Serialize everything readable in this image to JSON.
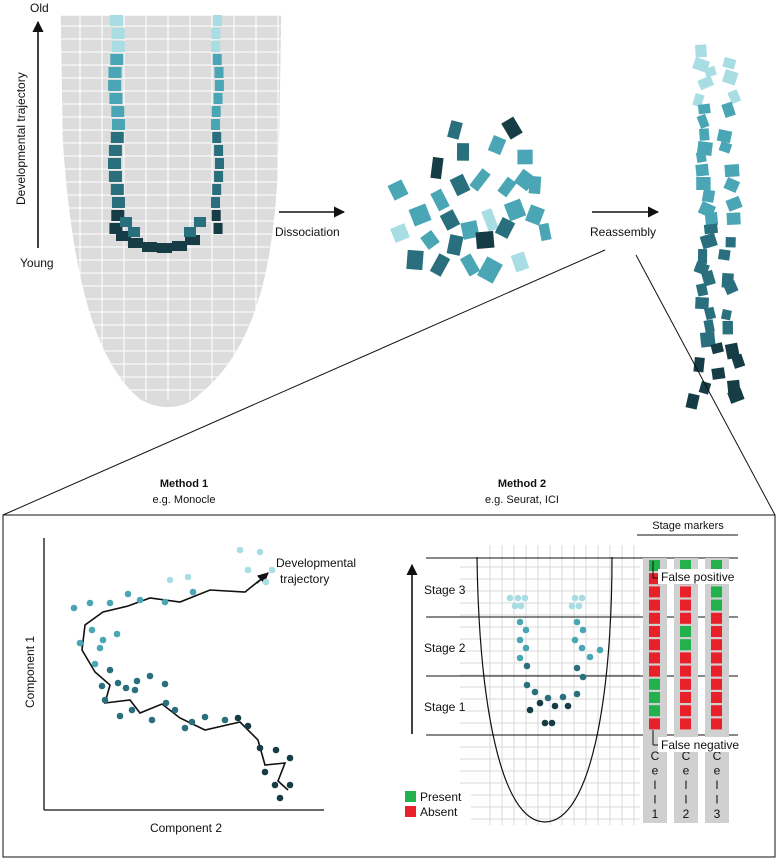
{
  "top": {
    "axis_top": "Old",
    "axis_bottom": "Young",
    "axis_label": "Developmental trajectory",
    "step1": "Dissociation",
    "step2": "Reassembly"
  },
  "method1": {
    "title": "Method 1",
    "subtitle": "e.g. Monocle",
    "xlabel": "Component 2",
    "ylabel": "Component 1",
    "arrow_label_1": "Developmental",
    "arrow_label_2": "trajectory"
  },
  "method2": {
    "title": "Method 2",
    "subtitle": "e.g. Seurat, ICI",
    "stage3": "Stage 3",
    "stage2": "Stage 2",
    "stage1": "Stage 1",
    "stage_markers": "Stage markers",
    "false_positive": "False positive",
    "false_negative": "False negative",
    "cells": [
      {
        "letters": [
          "C",
          "e",
          "l",
          "l",
          "1"
        ]
      },
      {
        "letters": [
          "C",
          "e",
          "l",
          "l",
          "2"
        ]
      },
      {
        "letters": [
          "C",
          "e",
          "l",
          "l",
          "3"
        ]
      }
    ],
    "marker_grid": [
      [
        "P",
        "P",
        "P"
      ],
      [
        "A",
        "A",
        "P"
      ],
      [
        "A",
        "A",
        "P"
      ],
      [
        "A",
        "A",
        "P"
      ],
      [
        "A",
        "A",
        "A"
      ],
      [
        "A",
        "P",
        "A"
      ],
      [
        "A",
        "P",
        "A"
      ],
      [
        "A",
        "A",
        "A"
      ],
      [
        "A",
        "A",
        "A"
      ],
      [
        "P",
        "A",
        "A"
      ],
      [
        "P",
        "A",
        "A"
      ],
      [
        "P",
        "A",
        "A"
      ],
      [
        "A",
        "A",
        "A"
      ]
    ],
    "legend_present": "Present",
    "legend_absent": "Absent"
  },
  "colors": {
    "present": "#22b14c",
    "absent": "#e8202a",
    "light": "#a8dde3",
    "mid": "#4aa6b5",
    "dark": "#2a6f7d",
    "darkest": "#163c45",
    "tissue": "#dcdcdc"
  }
}
